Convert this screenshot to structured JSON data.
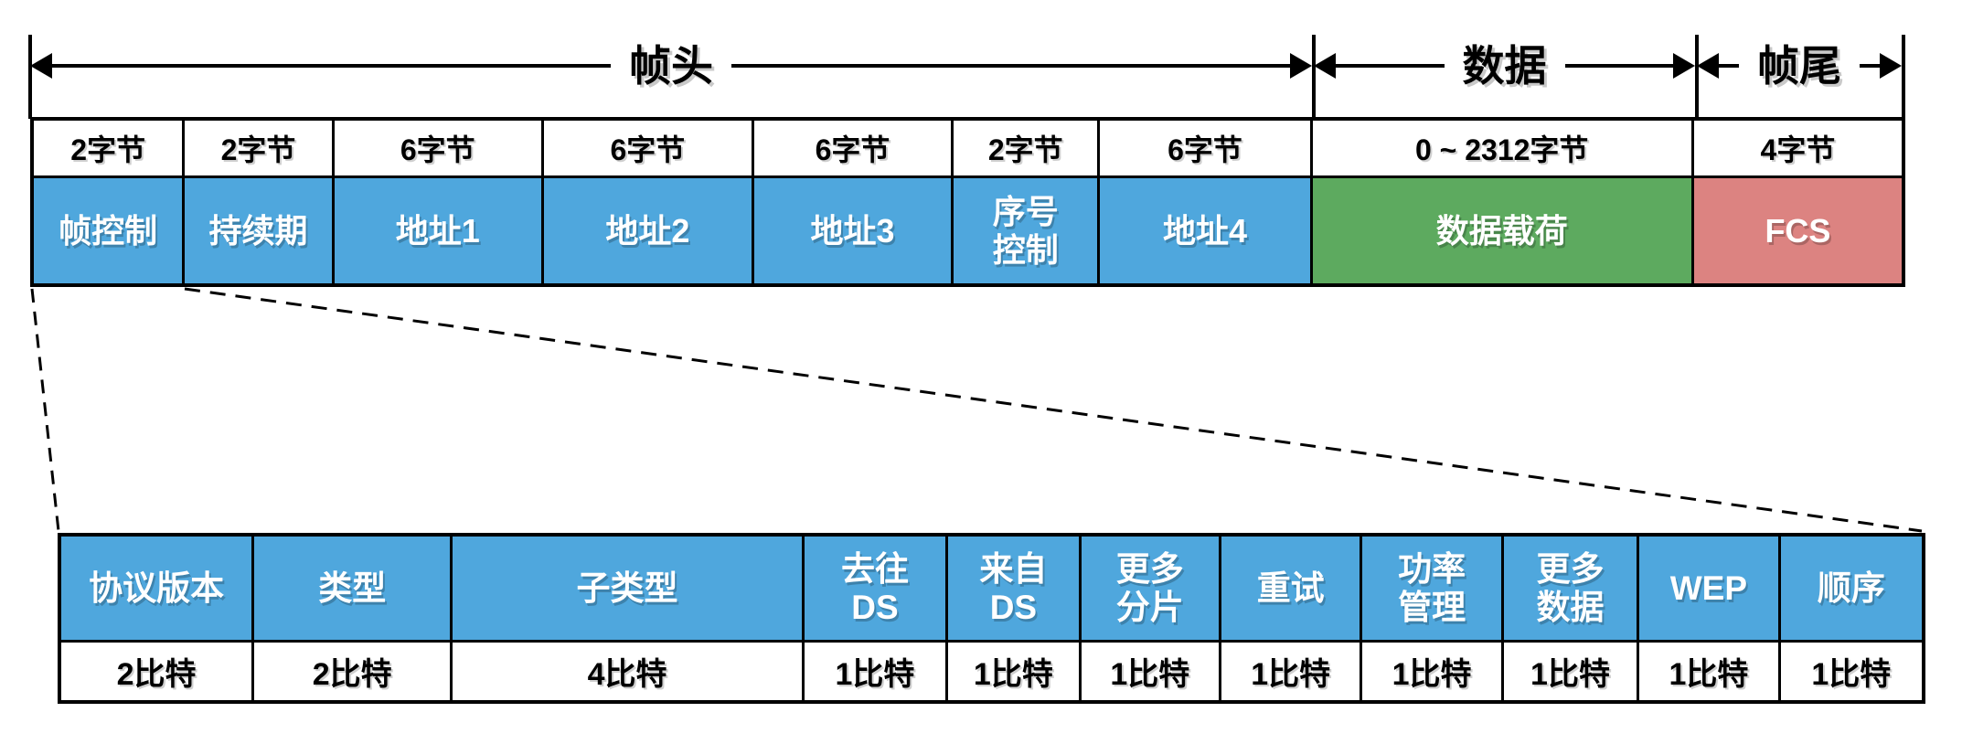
{
  "colors": {
    "field_blue": "#4FA7DD",
    "payload_green": "#5DAA5F",
    "fcs_red": "#DC8381",
    "line_black": "#000000"
  },
  "sections": [
    {
      "label": "帧头"
    },
    {
      "label": "数据"
    },
    {
      "label": "帧尾"
    }
  ],
  "frame_table": {
    "columns": [
      {
        "size": "2字节",
        "label": "帧控制"
      },
      {
        "size": "2字节",
        "label": "持续期"
      },
      {
        "size": "6字节",
        "label": "地址1"
      },
      {
        "size": "6字节",
        "label": "地址2"
      },
      {
        "size": "6字节",
        "label": "地址3"
      },
      {
        "size": "2字节",
        "label": "序号\n控制"
      },
      {
        "size": "6字节",
        "label": "地址4"
      },
      {
        "size": "0 ~ 2312字节",
        "label": "数据载荷"
      },
      {
        "size": "4字节",
        "label": "FCS"
      }
    ]
  },
  "frame_control_table": {
    "columns": [
      {
        "label": "协议版本",
        "bits": "2比特"
      },
      {
        "label": "类型",
        "bits": "2比特"
      },
      {
        "label": "子类型",
        "bits": "4比特"
      },
      {
        "label": "去往\nDS",
        "bits": "1比特"
      },
      {
        "label": "来自\nDS",
        "bits": "1比特"
      },
      {
        "label": "更多\n分片",
        "bits": "1比特"
      },
      {
        "label": "重试",
        "bits": "1比特"
      },
      {
        "label": "功率\n管理",
        "bits": "1比特"
      },
      {
        "label": "更多\n数据",
        "bits": "1比特"
      },
      {
        "label": "WEP",
        "bits": "1比特"
      },
      {
        "label": "顺序",
        "bits": "1比特"
      }
    ]
  }
}
